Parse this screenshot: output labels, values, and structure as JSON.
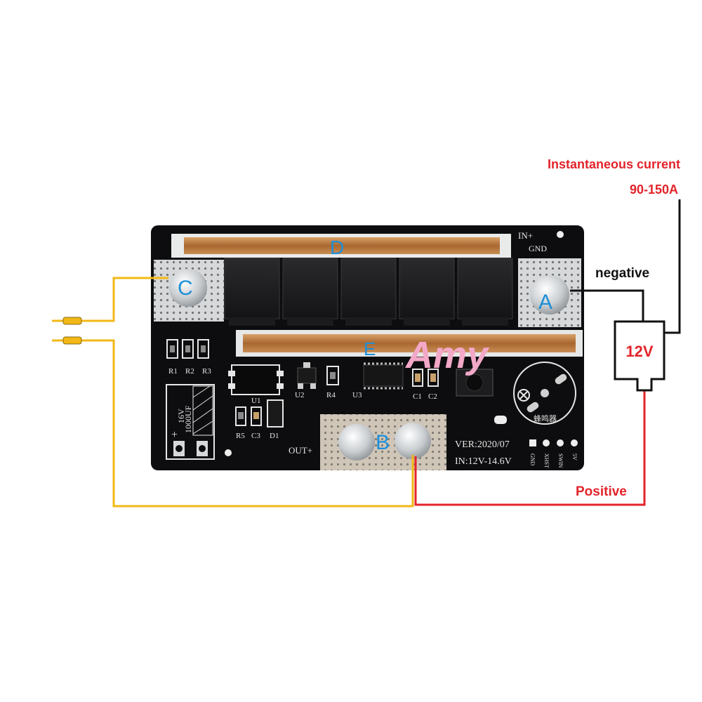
{
  "annotations": {
    "current_label_line1": "Instantaneous current",
    "current_label_line2": "90-150A",
    "negative": "negative",
    "positive": "Positive",
    "battery": "12V",
    "watermark": "Amy"
  },
  "pads": {
    "a": "A",
    "b": "B",
    "c": "C",
    "d": "D",
    "e": "E"
  },
  "silkscreen": {
    "in_plus": "IN+",
    "gnd": "GND",
    "out_plus": "OUT+",
    "version": "VER:2020/07",
    "input_range": "IN:12V-14.6V",
    "r1": "R1",
    "r2": "R2",
    "r3": "R3",
    "r4": "R4",
    "r5": "R5",
    "c1": "C1",
    "c2": "C2",
    "c3": "C3",
    "u1": "U1",
    "u2": "U2",
    "u3": "U3",
    "d1": "D1",
    "cap_voltage": "16V",
    "cap_value": "1000UF",
    "cap_plus": "+",
    "buzzer": "蜂鸣器",
    "pin_gnd": "GND",
    "pin_xhst": "XHST",
    "pin_swin": "SWIN",
    "pin_5v": "5V"
  },
  "colors": {
    "board": "#0d0d0f",
    "pad_silver": "#d9dcde",
    "copper": "#b97a45",
    "yellow_wire": "#f2b817",
    "red_wire": "#e3232a",
    "label_blue": "#1c8fd8",
    "label_red": "#e3232a",
    "watermark_pink": "#f3a8c8"
  }
}
